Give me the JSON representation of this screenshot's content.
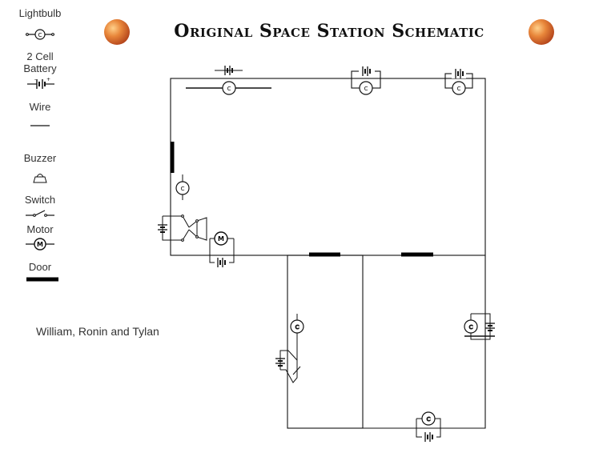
{
  "title": "Original Space Station Schematic",
  "authors": "William, Ronin and Tylan",
  "legend": [
    {
      "label": "Lightbulb",
      "icon": "lightbulb-icon"
    },
    {
      "label": "2 Cell\nBattery",
      "icon": "battery-icon"
    },
    {
      "label": "Wire",
      "icon": "wire-icon"
    },
    {
      "label": "Buzzer",
      "icon": "buzzer-icon"
    },
    {
      "label": "Switch",
      "icon": "switch-icon"
    },
    {
      "label": "Motor",
      "icon": "motor-icon"
    },
    {
      "label": "Door",
      "icon": "door-icon"
    }
  ],
  "symbols": {
    "bulb": "C",
    "motor": "M"
  },
  "colors": {
    "line": "#111111",
    "door": "#000000",
    "planet": "#d9652a"
  }
}
